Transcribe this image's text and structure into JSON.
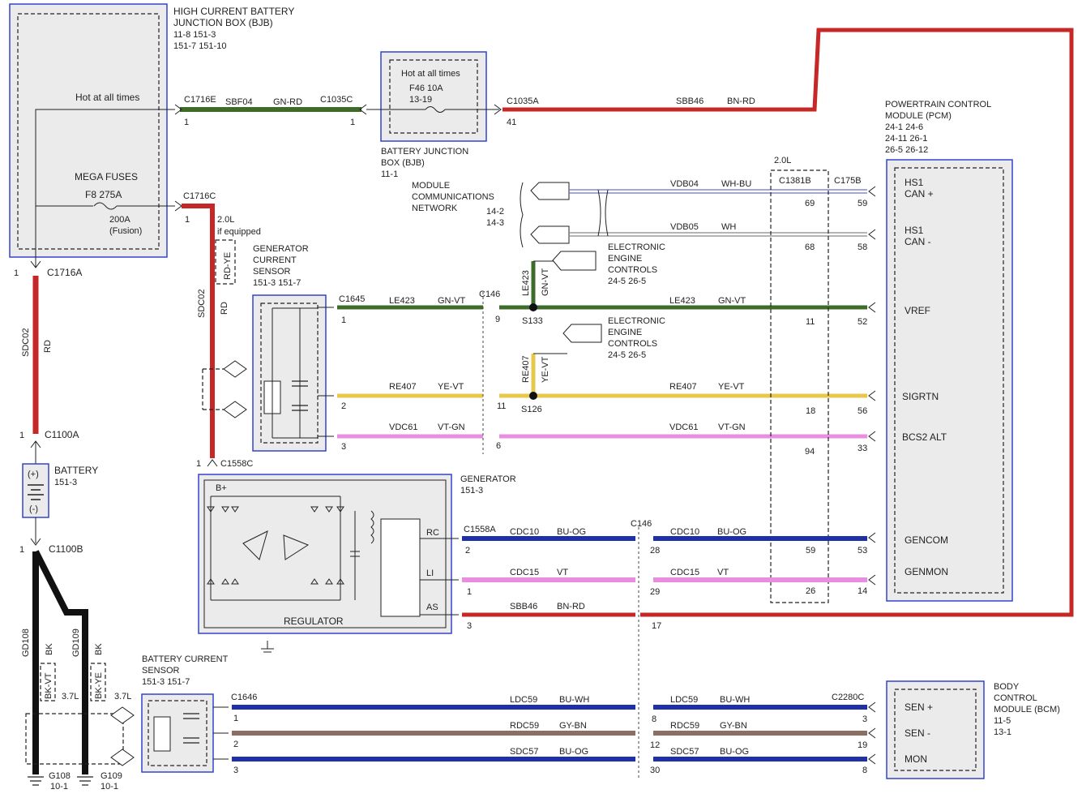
{
  "colors": {
    "red": "#c62828",
    "green": "#3f6b2a",
    "yellow": "#e8c84a",
    "pink": "#e88de0",
    "blue": "#1f2fa8",
    "brown": "#8d6e63",
    "black": "#111111",
    "outline": "#3344cc"
  },
  "bjb": {
    "title1": "HIGH CURRENT BATTERY",
    "title2": "JUNCTION BOX (BJB)",
    "ref1": "11-8    151-3",
    "ref2": "151-7   151-10",
    "hot": "Hot at all times",
    "mega": "MEGA FUSES",
    "fuse": "F8   275A",
    "alt1": "200A",
    "alt2": "(Fusion)"
  },
  "bjb2": {
    "hot": "Hot at all times",
    "fuse": "F46   10A",
    "ref": "13-19",
    "title1": "BATTERY JUNCTION",
    "title2": "BOX (BJB)",
    "ref2": "11-1"
  },
  "top_wire": {
    "c1": "C1716E",
    "circ": "SBF04",
    "col": "GN-RD",
    "c2": "C1035C",
    "p1": "1",
    "p2": "1",
    "c3": "C1035A",
    "p3": "41",
    "circ2": "SBB46",
    "col2": "BN-RD"
  },
  "c1716c": {
    "label": "C1716C",
    "pin": "1",
    "opt1": "2.0L",
    "opt2": "if equipped",
    "alt": "RD-YE",
    "circ": "SDC02",
    "col": "RD"
  },
  "left_wire": {
    "c_top": "C1716A",
    "pin_top": "1",
    "circ": "SDC02",
    "col": "RD",
    "c_bot": "C1100A",
    "pin_bot": "1",
    "c_batt_bot": "C1100B",
    "pin_batt_bot": "1"
  },
  "battery": {
    "title": "BATTERY",
    "ref": "151-3",
    "plus": "(+)",
    "minus": "(-)"
  },
  "grounds": {
    "gd108": "GD108",
    "bk1": "BK",
    "gd109": "GD109",
    "bk2": "BK",
    "bkvt": "BK-VT",
    "bkye": "BK-YE",
    "len1": "3.7L",
    "len2": "3.7L",
    "g108": "G108",
    "g108r": "10-1",
    "g109": "G109",
    "g109r": "10-1"
  },
  "mcn": {
    "l1": "MODULE",
    "l2": "COMMUNICATIONS",
    "l3": "NETWORK",
    "r1": "14-2",
    "r2": "14-3"
  },
  "can": {
    "c1": "VDB04",
    "col1": "WH-BU",
    "c2": "VDB05",
    "col2": "WH",
    "p1a": "69",
    "p1b": "59",
    "p2a": "68",
    "p2b": "58"
  },
  "eec": {
    "l1": "ELECTRONIC",
    "l2": "ENGINE",
    "l3": "CONTROLS",
    "r": "24-5   26-5"
  },
  "gcs": {
    "l1": "GENERATOR",
    "l2": "CURRENT",
    "l3": "SENSOR",
    "r": "151-3   151-7"
  },
  "gcs_wires": [
    {
      "conn": "C1645",
      "pin": "1",
      "circ": "LE423",
      "col": "GN-VT",
      "c146": "C146",
      "pin2": "9",
      "splice": "S133",
      "circ2": "LE423",
      "col2": "GN-VT",
      "pin3": "11",
      "pin4": "52",
      "vert_circ": "LE423",
      "vert_col": "GN-VT"
    },
    {
      "pin": "2",
      "circ": "RE407",
      "col": "YE-VT",
      "pin2": "11",
      "splice": "S126",
      "circ2": "RE407",
      "col2": "YE-VT",
      "pin3": "18",
      "pin4": "56",
      "vert_circ": "RE407",
      "vert_col": "YE-VT"
    },
    {
      "pin": "3",
      "circ": "VDC61",
      "col": "VT-GN",
      "pin2": "6",
      "circ2": "VDC61",
      "col2": "VT-GN",
      "pin3": "94",
      "pin4": "33"
    }
  ],
  "pcm": {
    "t1": "POWERTRAIN CONTROL",
    "t2": "MODULE (PCM)",
    "r1": "24-1      24-6",
    "r2": "24-11    26-1",
    "r3": "26-5      26-12",
    "hs1a": "HS1",
    "cp": "CAN +",
    "hs1b": "HS1",
    "cm": "CAN -",
    "vref": "VREF",
    "sigrtn": "SIGRTN",
    "bcs2": "BCS2 ALT",
    "gencom": "GENCOM",
    "genmon": "GENMON"
  },
  "c1381b": {
    "eng": "2.0L",
    "label": "C1381B",
    "label2": "C175B"
  },
  "generator": {
    "title": "GENERATOR",
    "ref": "151-3",
    "bplus": "B+",
    "reg": "REGULATOR",
    "rc": "RC",
    "li": "LI",
    "as": "AS",
    "c1558c": "C1558C",
    "pin": "1"
  },
  "gen_wires": [
    {
      "conn": "C1558A",
      "pin": "2",
      "circ": "CDC10",
      "col": "BU-OG",
      "c146": "C146",
      "pin2": "28",
      "circ2": "CDC10",
      "col2": "BU-OG",
      "pin3": "59",
      "pin4": "53"
    },
    {
      "pin": "1",
      "circ": "CDC15",
      "col": "VT",
      "pin2": "29",
      "circ2": "CDC15",
      "col2": "VT",
      "pin3": "26",
      "pin4": "14"
    },
    {
      "pin": "3",
      "circ": "SBB46",
      "col": "BN-RD",
      "pin2": "17"
    }
  ],
  "bcs": {
    "t1": "BATTERY CURRENT",
    "t2": "SENSOR",
    "r": "151-3   151-7",
    "conn": "C1646"
  },
  "bcs_wires": [
    {
      "pin": "1",
      "circ": "LDC59",
      "col": "BU-WH",
      "pin2": "8",
      "circ2": "LDC59",
      "col2": "BU-WH",
      "conn": "C2280C",
      "pin3": "3"
    },
    {
      "pin": "2",
      "circ": "RDC59",
      "col": "GY-BN",
      "pin2": "12",
      "circ2": "RDC59",
      "col2": "GY-BN",
      "pin3": "19"
    },
    {
      "pin": "3",
      "circ": "SDC57",
      "col": "BU-OG",
      "pin2": "30",
      "circ2": "SDC57",
      "col2": "BU-OG",
      "pin3": "8"
    }
  ],
  "bcm": {
    "t1": "BODY",
    "t2": "CONTROL",
    "t3": "MODULE (BCM)",
    "r1": "11-5",
    "r2": "13-1",
    "sp": "SEN +",
    "sm": "SEN -",
    "mon": "MON"
  }
}
